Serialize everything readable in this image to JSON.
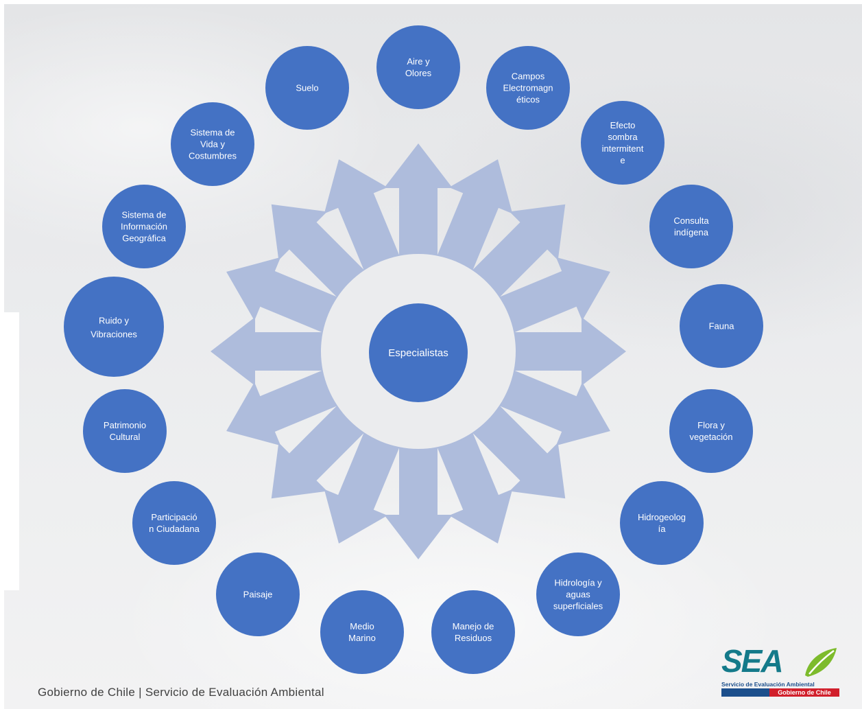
{
  "diagram": {
    "center": "Especialistas",
    "nodes": [
      {
        "label": "Aire y Olores",
        "lines": [
          "Aire y",
          "Olores"
        ]
      },
      {
        "label": "Campos Electromagnéticos",
        "lines": [
          "Campos",
          "Electromagn",
          "éticos"
        ]
      },
      {
        "label": "Efecto sombra intermitente",
        "lines": [
          "Efecto",
          "sombra",
          "intermitent",
          "e"
        ]
      },
      {
        "label": "Consulta indígena",
        "lines": [
          "Consulta",
          "indígena"
        ]
      },
      {
        "label": "Fauna",
        "lines": [
          "Fauna"
        ]
      },
      {
        "label": "Flora y vegetación",
        "lines": [
          "Flora y",
          "vegetación"
        ]
      },
      {
        "label": "Hidrogeología",
        "lines": [
          "Hidrogeolog",
          "ía"
        ]
      },
      {
        "label": "Hidrología y aguas superficiales",
        "lines": [
          "Hidrología y",
          "aguas",
          "superficiales"
        ]
      },
      {
        "label": "Manejo de Residuos",
        "lines": [
          "Manejo de",
          "Residuos"
        ]
      },
      {
        "label": "Medio Marino",
        "lines": [
          "Medio",
          "Marino"
        ]
      },
      {
        "label": "Paisaje",
        "lines": [
          "Paisaje"
        ]
      },
      {
        "label": "Participación Ciudadana",
        "lines": [
          "Participació",
          "n Ciudadana"
        ]
      },
      {
        "label": "Patrimonio Cultural",
        "lines": [
          "Patrimonio",
          "Cultural"
        ]
      },
      {
        "label": "Ruido y Vibraciones",
        "lines": [
          "Ruido y",
          "Vibraciones"
        ]
      },
      {
        "label": "Sistema de Información Geográfica",
        "lines": [
          "Sistema de",
          "Información",
          "Geográfica"
        ]
      },
      {
        "label": "Sistema de Vida y Costumbres",
        "lines": [
          "Sistema de",
          "Vida y",
          "Costumbres"
        ]
      },
      {
        "label": "Suelo",
        "lines": [
          "Suelo"
        ]
      }
    ]
  },
  "footer": {
    "text": "Gobierno de Chile | Servicio de Evaluación Ambiental"
  },
  "logo": {
    "wordmark": "SEA",
    "subtitle": "Servicio de Evaluación Ambiental",
    "band": "Gobierno de Chile",
    "colors": {
      "teal": "#147a8a",
      "green": "#7dbb2c",
      "blue": "#1c4f8c",
      "red": "#d11f2b"
    }
  },
  "colors": {
    "node": "#4472c4",
    "arrow": "#aebcdc"
  }
}
